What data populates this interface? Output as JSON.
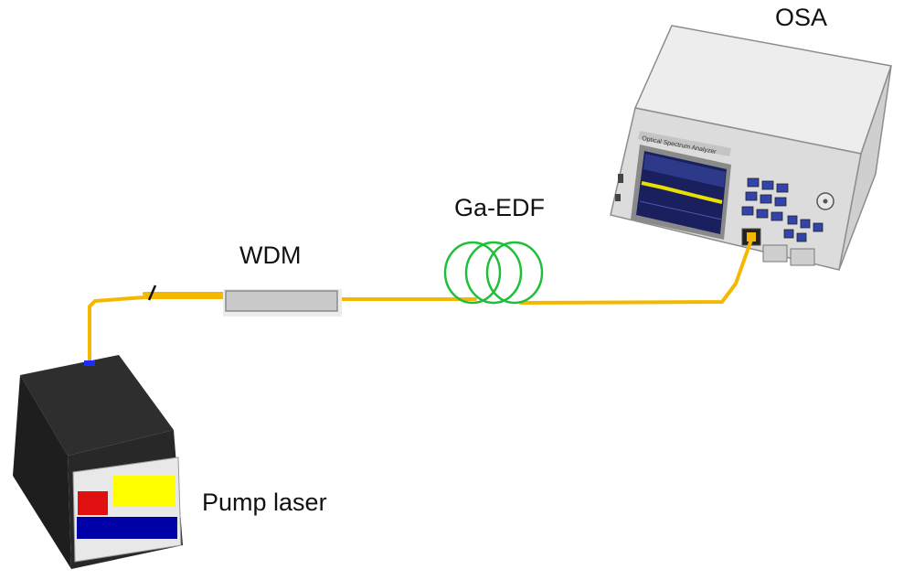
{
  "diagram": {
    "labels": {
      "osa": "OSA",
      "ga_edf": "Ga-EDF",
      "wdm": "WDM",
      "pump_laser": "Pump laser"
    },
    "osa_panel_text": "Optical Spectrum Analyzer",
    "colors": {
      "fiber": "#f5b800",
      "coil": "#1fbf3a",
      "wdm_body": "#c9c9c9",
      "pump_housing": "#2a2a2a",
      "pump_red": "#e01010",
      "pump_yellow": "#ffff00",
      "pump_blue": "#0000a8",
      "osa_body": "#e3e3e3",
      "osa_screen": "#1a1f5e",
      "osa_trace": "#e8e000"
    },
    "components": [
      "pump-laser",
      "wdm-coupler",
      "ga-edf-coil",
      "osa-instrument"
    ]
  }
}
